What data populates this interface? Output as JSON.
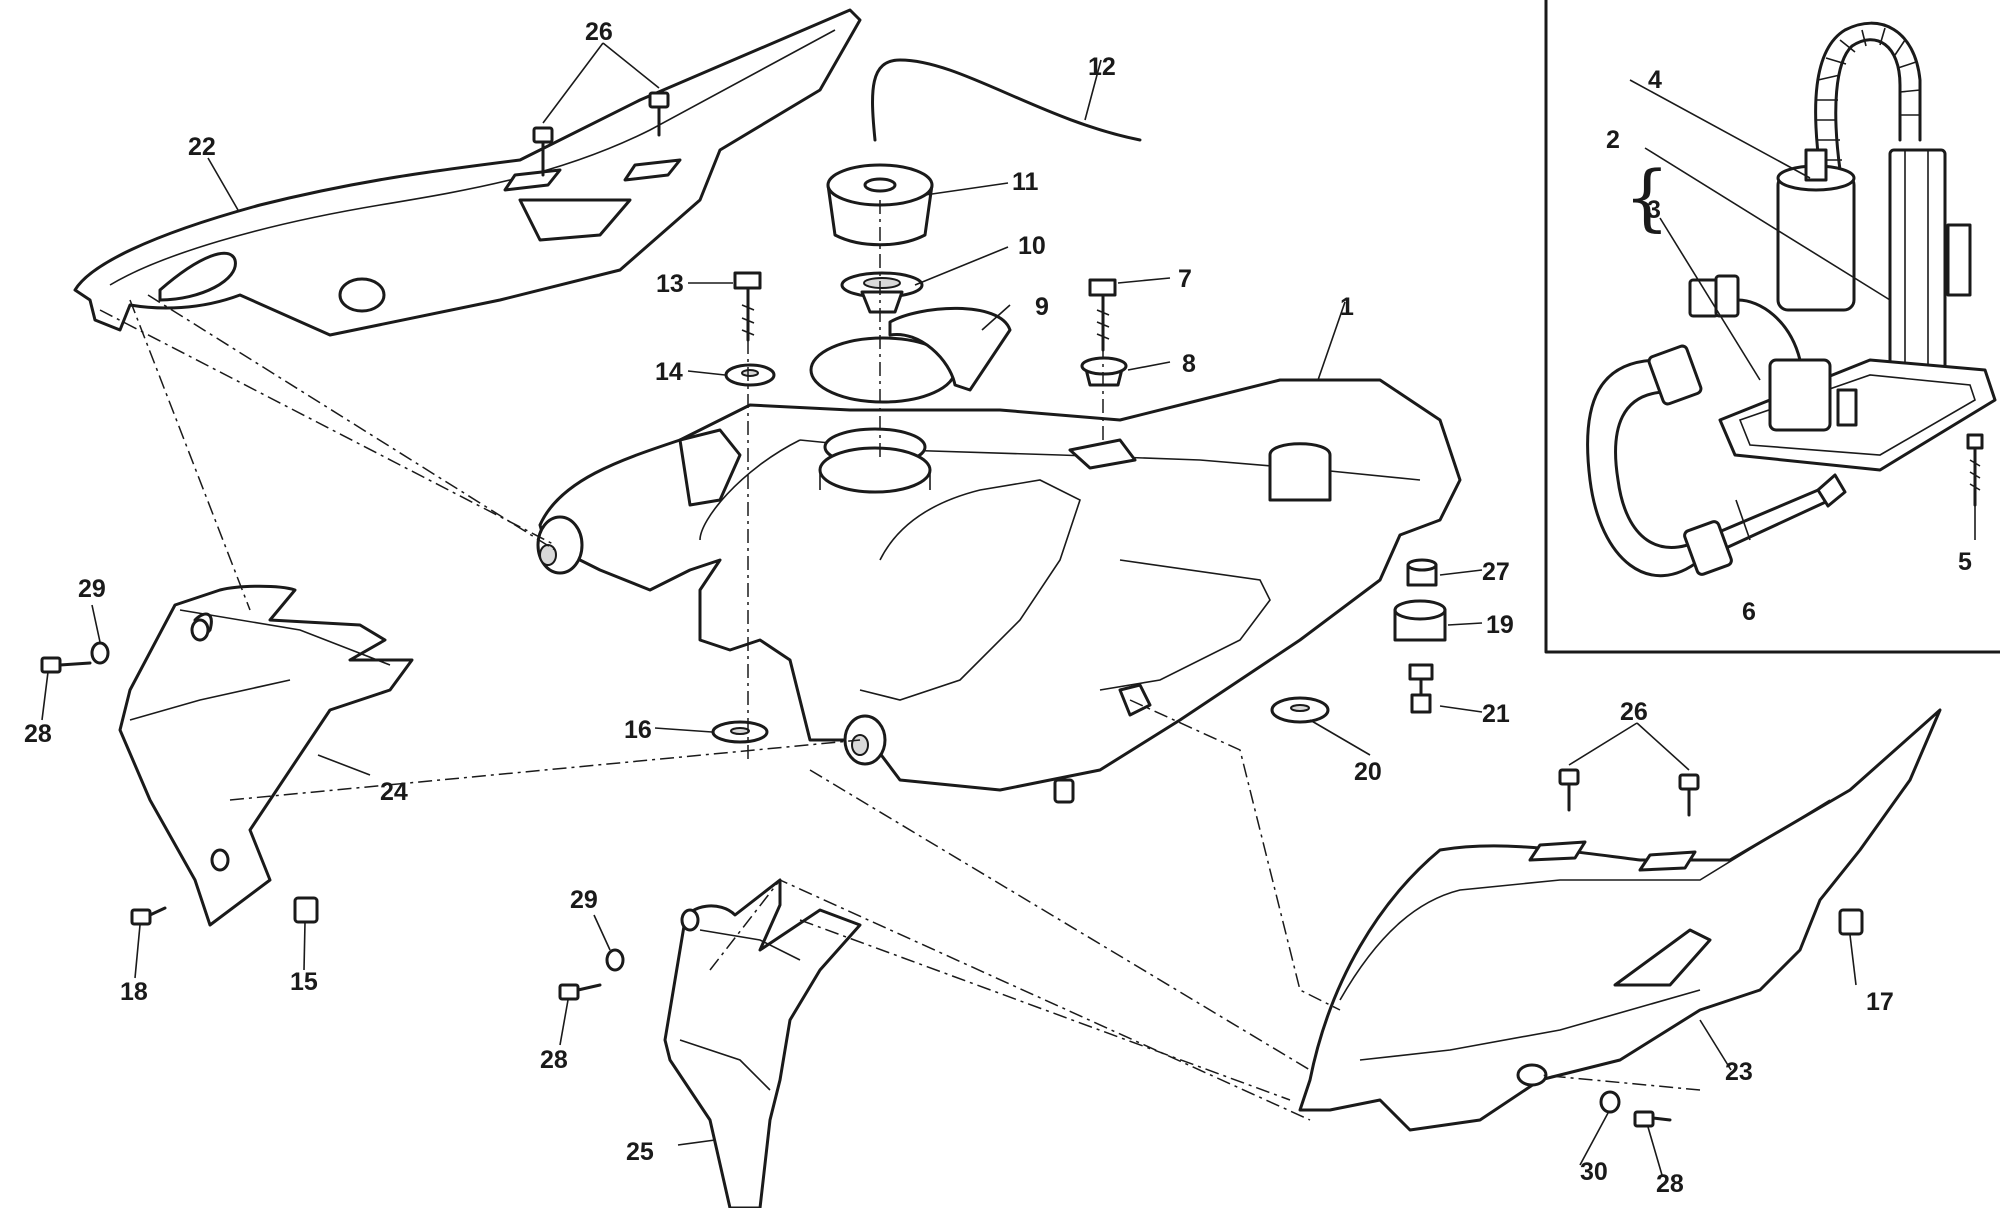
{
  "callouts": {
    "c1": "1",
    "c2": "2",
    "c3": "3",
    "c4": "4",
    "c5": "5",
    "c6": "6",
    "c7": "7",
    "c8": "8",
    "c9": "9",
    "c10": "10",
    "c11": "11",
    "c12": "12",
    "c13": "13",
    "c14": "14",
    "c15": "15",
    "c16": "16",
    "c17": "17",
    "c18": "18",
    "c19": "19",
    "c20": "20",
    "c21": "21",
    "c22": "22",
    "c23": "23",
    "c24": "24",
    "c25": "25",
    "c26a": "26",
    "c26b": "26",
    "c27": "27",
    "c28a": "28",
    "c28b": "28",
    "c28c": "28",
    "c29a": "29",
    "c29b": "29",
    "c30": "30"
  }
}
